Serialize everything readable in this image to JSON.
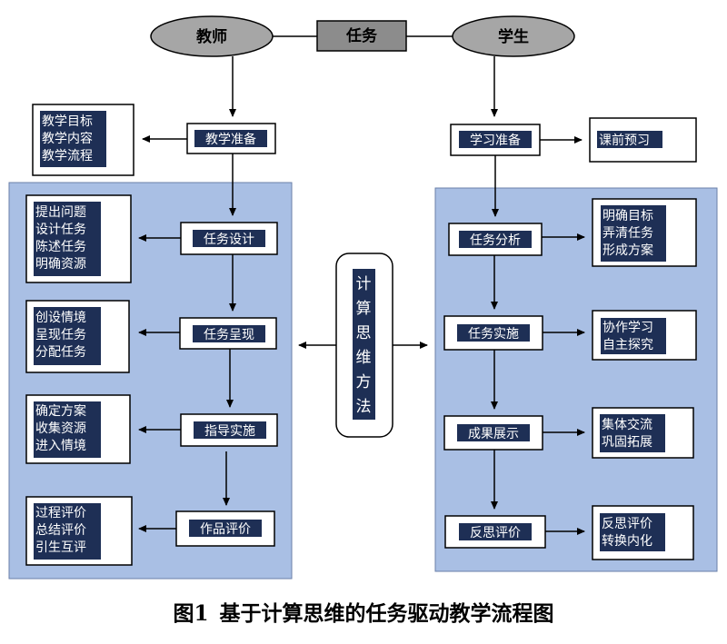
{
  "top": {
    "teacher": "教师",
    "task": "任务",
    "student": "学生"
  },
  "teacher": {
    "prep": "教学准备",
    "prep_notes": [
      "教学目标",
      "教学内容",
      "教学流程"
    ],
    "steps": [
      {
        "label": "任务设计",
        "notes": [
          "提出问题",
          "设计任务",
          "陈述任务",
          "明确资源"
        ]
      },
      {
        "label": "任务呈现",
        "notes": [
          "创设情境",
          "呈现任务",
          "分配任务"
        ]
      },
      {
        "label": "指导实施",
        "notes": [
          "确定方案",
          "收集资源",
          "进入情境"
        ]
      },
      {
        "label": "作品评价",
        "notes": [
          "过程评价",
          "总结评价",
          "引生互评"
        ]
      }
    ]
  },
  "student": {
    "prep": "学习准备",
    "prep_notes": [
      "课前预习"
    ],
    "steps": [
      {
        "label": "任务分析",
        "notes": [
          "明确目标",
          "弄清任务",
          "形成方案"
        ]
      },
      {
        "label": "任务实施",
        "notes": [
          "协作学习",
          "自主探究"
        ]
      },
      {
        "label": "成果展示",
        "notes": [
          "集体交流",
          "巩固拓展"
        ]
      },
      {
        "label": "反思评价",
        "notes": [
          "反思评价",
          "转换内化"
        ]
      }
    ]
  },
  "center": {
    "chars": [
      "计",
      "算",
      "思",
      "维",
      "方",
      "法"
    ]
  },
  "caption": {
    "number": "图1",
    "title": "基于计算思维的任务驱动教学流程图"
  },
  "colors": {
    "panel": "#a9bfe4",
    "highlight": "#1e2f55",
    "ellipse": "#a6a6a6",
    "task_box": "#8c8c8c"
  }
}
